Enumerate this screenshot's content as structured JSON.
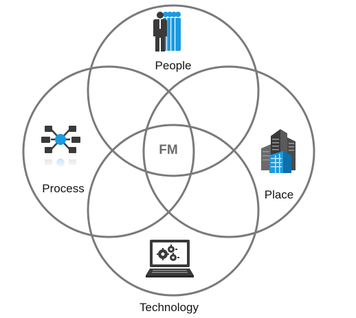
{
  "diagram": {
    "center_label": "FM",
    "sets": [
      {
        "key": "people",
        "label": "People",
        "icon": "people-icon"
      },
      {
        "key": "process",
        "label": "Process",
        "icon": "process-network-icon"
      },
      {
        "key": "place",
        "label": "Place",
        "icon": "office-building-icon"
      },
      {
        "key": "technology",
        "label": "Technology",
        "icon": "laptop-gears-icon"
      }
    ],
    "colors": {
      "circle_stroke": "#7a7a7a",
      "accent_blue": "#1a9ae0",
      "icon_dark": "#3a3a3a",
      "center_text": "#6b6b6b"
    }
  }
}
